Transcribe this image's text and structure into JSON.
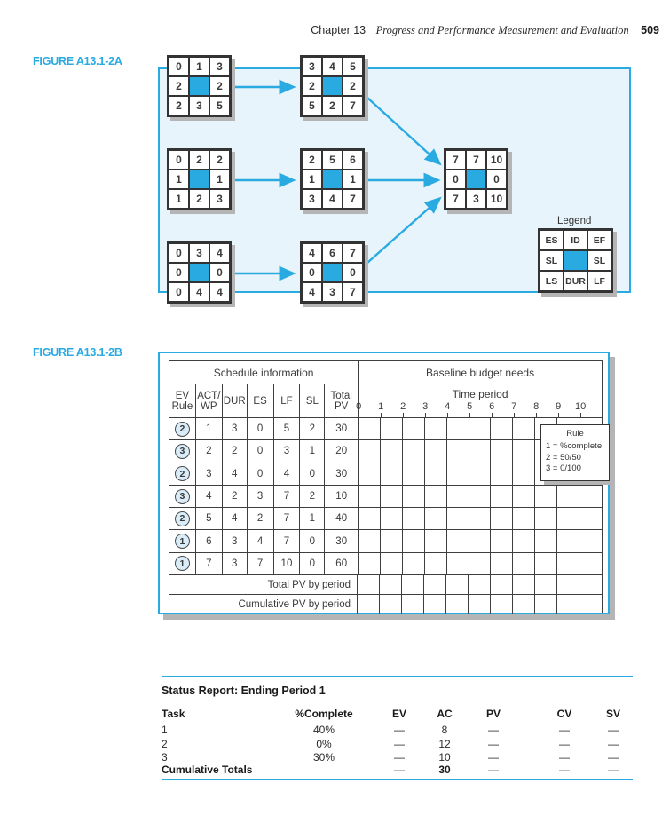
{
  "page_header": {
    "chapter": "Chapter 13",
    "title": "Progress and Performance Measurement and Evaluation",
    "page_number": "509"
  },
  "figure_a": {
    "label": "FIGURE A13.1-2A",
    "legend": {
      "title": "Legend",
      "cells": [
        "ES",
        "ID",
        "EF",
        "SL",
        "",
        "SL",
        "LS",
        "DUR",
        "LF"
      ]
    },
    "nodes": [
      {
        "id": "1",
        "cells": [
          "0",
          "1",
          "3",
          "2",
          "",
          "2",
          "2",
          "3",
          "5"
        ]
      },
      {
        "id": "2",
        "cells": [
          "3",
          "4",
          "5",
          "2",
          "",
          "2",
          "5",
          "2",
          "7"
        ]
      },
      {
        "id": "3",
        "cells": [
          "0",
          "2",
          "2",
          "1",
          "",
          "1",
          "1",
          "2",
          "3"
        ]
      },
      {
        "id": "4",
        "cells": [
          "2",
          "5",
          "6",
          "1",
          "",
          "1",
          "3",
          "4",
          "7"
        ]
      },
      {
        "id": "5",
        "cells": [
          "7",
          "7",
          "10",
          "0",
          "",
          "0",
          "7",
          "3",
          "10"
        ]
      },
      {
        "id": "6",
        "cells": [
          "0",
          "3",
          "4",
          "0",
          "",
          "0",
          "0",
          "4",
          "4"
        ]
      },
      {
        "id": "7",
        "cells": [
          "4",
          "6",
          "7",
          "0",
          "",
          "0",
          "4",
          "3",
          "7"
        ]
      }
    ],
    "connections": [
      "1-2",
      "3-4",
      "6-7",
      "4-5",
      "2-5",
      "7-5"
    ]
  },
  "figure_b": {
    "label": "FIGURE A13.1-2B",
    "schedule_header": "Schedule information",
    "budget_header": "Baseline budget needs",
    "time_period_label": "Time period",
    "time_labels": [
      "0",
      "1",
      "2",
      "3",
      "4",
      "5",
      "6",
      "7",
      "8",
      "9",
      "10"
    ],
    "columns": [
      "EV\nRule",
      "ACT/\nWP",
      "DUR",
      "ES",
      "LF",
      "SL",
      "Total\nPV"
    ],
    "rows": [
      {
        "rule": "2",
        "act": "1",
        "dur": "3",
        "es": "0",
        "lf": "5",
        "sl": "2",
        "pv": "30"
      },
      {
        "rule": "3",
        "act": "2",
        "dur": "2",
        "es": "0",
        "lf": "3",
        "sl": "1",
        "pv": "20"
      },
      {
        "rule": "2",
        "act": "3",
        "dur": "4",
        "es": "0",
        "lf": "4",
        "sl": "0",
        "pv": "30"
      },
      {
        "rule": "3",
        "act": "4",
        "dur": "2",
        "es": "3",
        "lf": "7",
        "sl": "2",
        "pv": "10"
      },
      {
        "rule": "2",
        "act": "5",
        "dur": "4",
        "es": "2",
        "lf": "7",
        "sl": "1",
        "pv": "40"
      },
      {
        "rule": "1",
        "act": "6",
        "dur": "3",
        "es": "4",
        "lf": "7",
        "sl": "0",
        "pv": "30"
      },
      {
        "rule": "1",
        "act": "7",
        "dur": "3",
        "es": "7",
        "lf": "10",
        "sl": "0",
        "pv": "60"
      }
    ],
    "total_row_label": "Total PV by period",
    "cumulative_row_label": "Cumulative PV by period",
    "rule_box": {
      "title": "Rule",
      "lines": [
        "1 = %complete",
        "2 = 50/50",
        "3 = 0/100"
      ]
    }
  },
  "status_report": {
    "title": "Status Report: Ending Period 1",
    "columns": [
      "Task",
      "%Complete",
      "EV",
      "AC",
      "PV",
      "CV",
      "SV"
    ],
    "rows": [
      {
        "task": "1",
        "complete": "40%",
        "ev": "—",
        "ac": "8",
        "pv": "—",
        "cv": "—",
        "sv": "—"
      },
      {
        "task": "2",
        "complete": "0%",
        "ev": "—",
        "ac": "12",
        "pv": "—",
        "cv": "—",
        "sv": "—"
      },
      {
        "task": "3",
        "complete": "30%",
        "ev": "—",
        "ac": "10",
        "pv": "—",
        "cv": "—",
        "sv": "—"
      }
    ],
    "totals_row": {
      "task": "Cumulative Totals",
      "complete": "",
      "ev": "—",
      "ac": "30",
      "pv": "—",
      "cv": "—",
      "sv": "—"
    }
  },
  "colors": {
    "accent": "#29ABE2",
    "panel_fill": "#E8F4FB",
    "node_fill": "#29ABE2",
    "shadow": "#B5B5B5"
  }
}
